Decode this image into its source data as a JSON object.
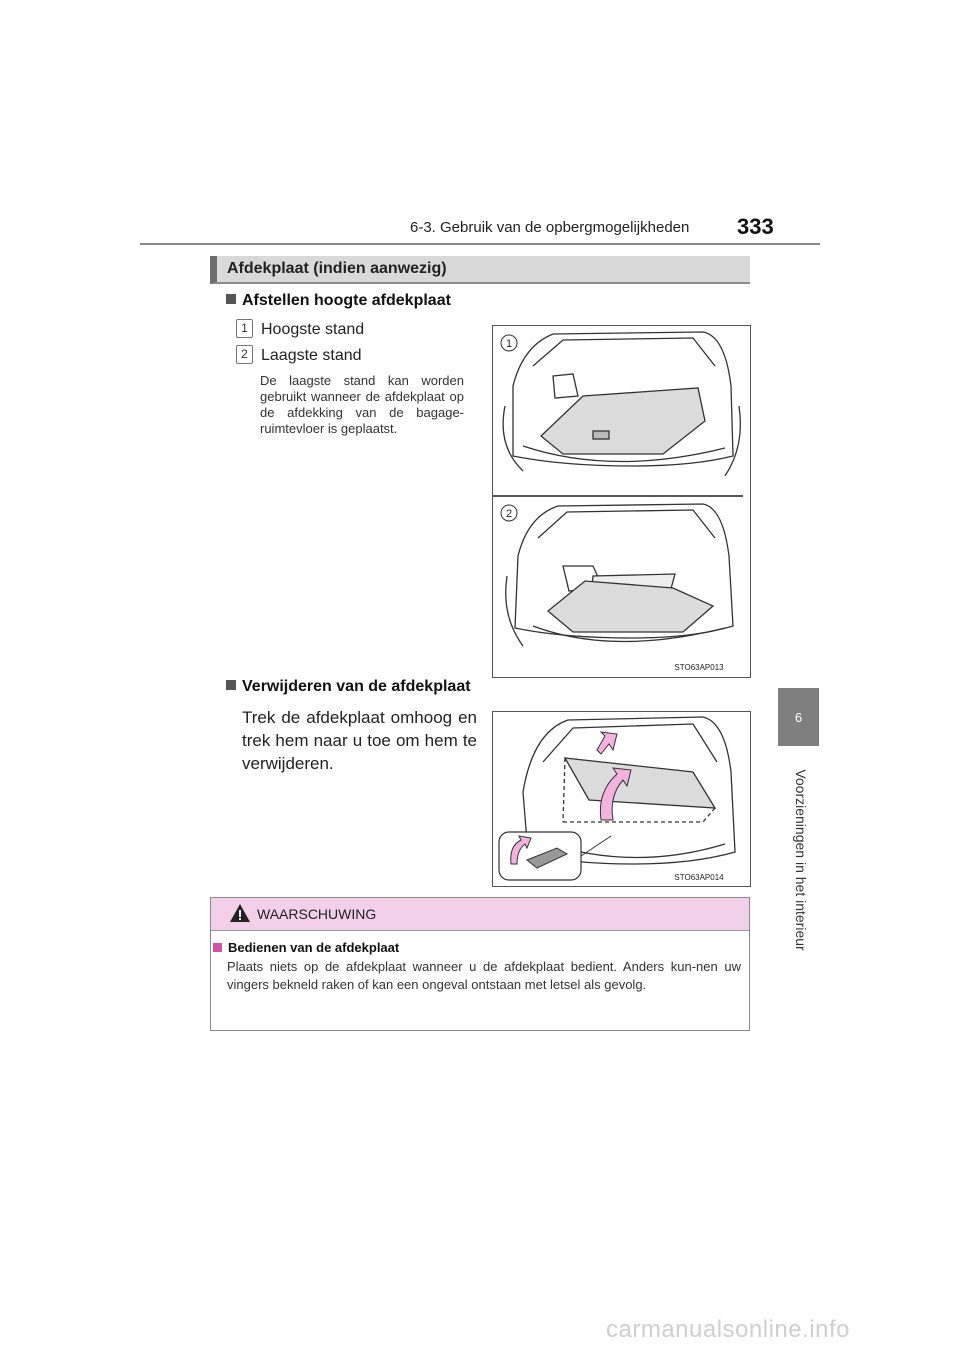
{
  "header": {
    "section": "6-3. Gebruik van de opbergmogelijkheden",
    "page_number": "333"
  },
  "side_tab": {
    "chapter": "6",
    "label": "Voorzieningen in het interieur"
  },
  "section": {
    "title": "Afdekplaat (indien aanwezig)"
  },
  "adjust": {
    "heading": "Afstellen hoogte afdekplaat",
    "items": [
      {
        "num": "1",
        "label": "Hoogste stand"
      },
      {
        "num": "2",
        "label": "Laagste stand"
      }
    ],
    "note": "De laagste stand kan worden gebruikt wanneer de afdekplaat op de afdekking van de bagage-ruimtevloer is geplaatst.",
    "figure": {
      "label_1": "1",
      "label_2": "2",
      "code": "STO63AP013"
    }
  },
  "remove": {
    "heading": "Verwijderen van de afdekplaat",
    "text": "Trek de afdekplaat omhoog en trek hem naar u toe om hem te verwijderen.",
    "figure": {
      "code": "STO63AP014"
    }
  },
  "warning": {
    "title": "WAARSCHUWING",
    "subheading": "Bedienen van de afdekplaat",
    "text": "Plaats niets op de afdekplaat wanneer u de afdekplaat bedient. Anders kun-nen uw vingers bekneld raken of kan een ongeval ontstaan met letsel als gevolg."
  },
  "watermark": "carmanualsonline.info",
  "colors": {
    "section_bar": "#d9d9d9",
    "warning_header": "#f2d0ea",
    "warning_bullet": "#d44fa6",
    "arrow_fill": "#f4b3df"
  }
}
